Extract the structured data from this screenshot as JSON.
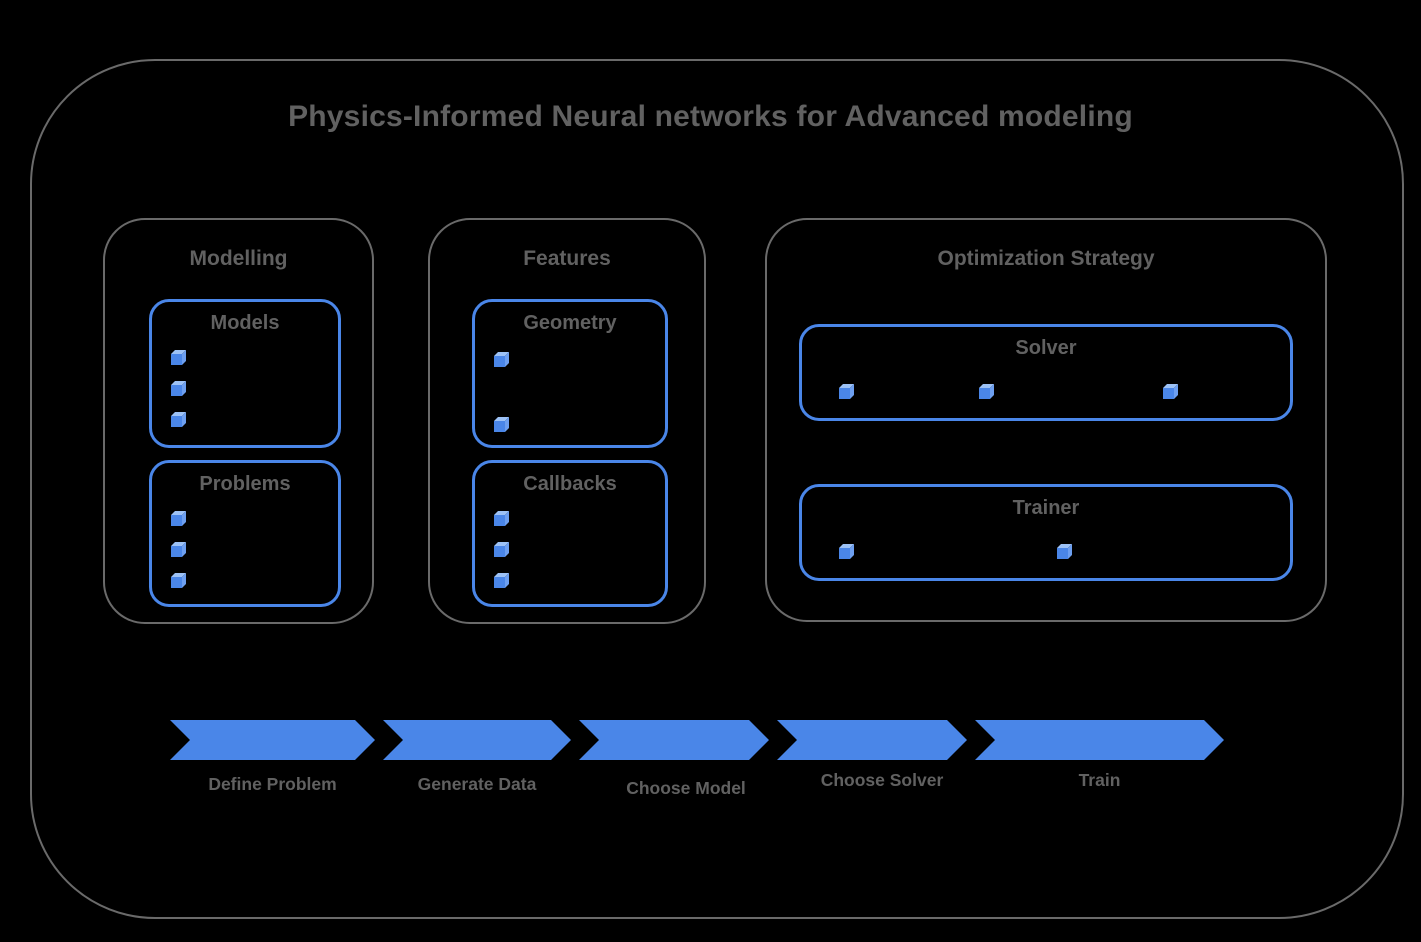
{
  "title": "Physics-Informed Neural networks for Advanced modeling",
  "colors": {
    "background": "#000000",
    "accent_blue": "#4a86e8",
    "frame_gray": "#6a6a6a",
    "text_gray": "#616161",
    "cube_front": "#4a86e8",
    "cube_top": "#9dc2f6",
    "cube_side": "#6d9ff0"
  },
  "sections": {
    "modelling": {
      "label": "Modelling",
      "boxes": {
        "models": {
          "label": "Models",
          "cubes": 3
        },
        "problems": {
          "label": "Problems",
          "cubes": 3
        }
      }
    },
    "features": {
      "label": "Features",
      "boxes": {
        "geometry": {
          "label": "Geometry",
          "cubes": 2
        },
        "callbacks": {
          "label": "Callbacks",
          "cubes": 3
        }
      }
    },
    "optimization": {
      "label": "Optimization Strategy",
      "boxes": {
        "solver": {
          "label": "Solver",
          "cubes": 3
        },
        "trainer": {
          "label": "Trainer",
          "cubes": 2
        }
      }
    }
  },
  "process_flow": {
    "steps": [
      {
        "label": "Define Problem"
      },
      {
        "label": "Generate Data"
      },
      {
        "label": "Choose Model"
      },
      {
        "label": "Choose Solver"
      },
      {
        "label": "Train"
      }
    ]
  }
}
